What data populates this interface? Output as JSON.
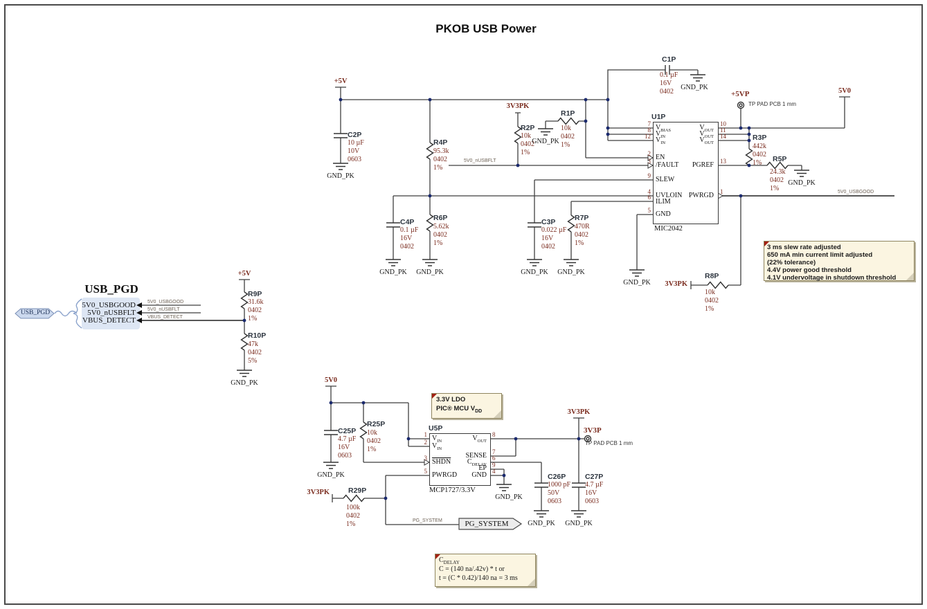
{
  "title": "PKOB USB Power",
  "colors": {
    "wire": "#3f3f3f",
    "junction": "#1b2a6e",
    "value_text": "#7b2d20",
    "designator_text": "#2e3640",
    "note_bg": "#fbf5e1",
    "note_border": "#8f855f",
    "harness_fill": "#dde6f4",
    "harness_stroke": "#8ba3cc"
  },
  "nets": {
    "p5v": "+5V",
    "p5vp": "+5VP",
    "v5": "5V0",
    "v3pk": "3V3PK",
    "v3p": "3V3P",
    "gnd": "GND_PK",
    "pg": "PG_SYSTEM"
  },
  "tp_note": "TP PAD PCB 1 mm",
  "usb": {
    "title": "USB_PGD",
    "flag": "USB_PGD",
    "signals": [
      "5V0_USBGOOD",
      "5V0_nUSBFLT",
      "VBUS_DETECT"
    ]
  },
  "components": {
    "c1p": {
      "ref": "C1P",
      "l1": "0.1 µF",
      "l2": "16V",
      "l3": "0402"
    },
    "c2p": {
      "ref": "C2P",
      "l1": "10 µF",
      "l2": "10V",
      "l3": "0603"
    },
    "c3p": {
      "ref": "C3P",
      "l1": "0.022 µF",
      "l2": "16V",
      "l3": "0402"
    },
    "c4p": {
      "ref": "C4P",
      "l1": "0.1 µF",
      "l2": "16V",
      "l3": "0402"
    },
    "c25p": {
      "ref": "C25P",
      "l1": "4.7 µF",
      "l2": "16V",
      "l3": "0603"
    },
    "c26p": {
      "ref": "C26P",
      "l1": "1000 pF",
      "l2": "50V",
      "l3": "0603"
    },
    "c27p": {
      "ref": "C27P",
      "l1": "4.7 µF",
      "l2": "16V",
      "l3": "0603"
    },
    "r1p": {
      "ref": "R1P",
      "l1": "10k",
      "l2": "0402",
      "l3": "1%"
    },
    "r2p": {
      "ref": "R2P",
      "l1": "10k",
      "l2": "0402",
      "l3": "1%"
    },
    "r3p": {
      "ref": "R3P",
      "l1": "442k",
      "l2": "0402",
      "l3": "1%"
    },
    "r4p": {
      "ref": "R4P",
      "l1": "95.3k",
      "l2": "0402",
      "l3": "1%"
    },
    "r5p": {
      "ref": "R5P",
      "l1": "24.3k",
      "l2": "0402",
      "l3": "1%"
    },
    "r6p": {
      "ref": "R6P",
      "l1": "5.62k",
      "l2": "0402",
      "l3": "1%"
    },
    "r7p": {
      "ref": "R7P",
      "l1": "470R",
      "l2": "0402",
      "l3": "1%"
    },
    "r8p": {
      "ref": "R8P",
      "l1": "10k",
      "l2": "0402",
      "l3": "1%"
    },
    "r9p": {
      "ref": "R9P",
      "l1": "31.6k",
      "l2": "0402",
      "l3": "1%"
    },
    "r10p": {
      "ref": "R10P",
      "l1": "47k",
      "l2": "0402",
      "l3": "5%"
    },
    "r25p": {
      "ref": "R25P",
      "l1": "10k",
      "l2": "0402",
      "l3": "1%"
    },
    "r29p": {
      "ref": "R29P",
      "l1": "100k",
      "l2": "0402",
      "l3": "1%"
    }
  },
  "u1p": {
    "ref": "U1P",
    "part": "MIC2042",
    "pl": [
      {
        "no": "7",
        "n": "V",
        "s": "BIAS"
      },
      {
        "no": "8",
        "n": "V",
        "s": "IN"
      },
      {
        "no": "12",
        "n": "V",
        "s": "IN"
      },
      {
        "no": "2",
        "n": "EN"
      },
      {
        "no": "3",
        "n": "/FAULT"
      },
      {
        "no": "9",
        "n": "SLEW"
      },
      {
        "no": "4",
        "n": "UVLOIN"
      },
      {
        "no": "6",
        "n": "ILIM"
      },
      {
        "no": "5",
        "n": "GND"
      }
    ],
    "pr": [
      {
        "no": "10",
        "n": "V",
        "s": "OUT"
      },
      {
        "no": "11",
        "n": "V",
        "s": "OUT"
      },
      {
        "no": "14",
        "n": "V",
        "s": "OUT"
      },
      {
        "no": "13",
        "n": "PGREF"
      },
      {
        "no": "1",
        "n": "PWRGD"
      }
    ]
  },
  "u5p": {
    "ref": "U5P",
    "part": "MCP1727/3.3V",
    "pl": [
      {
        "no": "1",
        "n": "V",
        "s": "IN"
      },
      {
        "no": "2",
        "n": "V",
        "s": "IN"
      },
      {
        "no": "3",
        "n": "SHDN"
      },
      {
        "no": "5",
        "n": "PWRGD"
      }
    ],
    "pr": [
      {
        "no": "8",
        "n": "V",
        "s": "OUT"
      },
      {
        "no": "7",
        "n": "SENSE"
      },
      {
        "no": "6",
        "n": "C",
        "s": "DELAY"
      },
      {
        "no": "9",
        "n": "EP"
      },
      {
        "no": "4",
        "n": "GND"
      }
    ]
  },
  "notes": {
    "slew": [
      "3 ms slew rate adjusted",
      "650 mA min current limit adjusted",
      "(22% tolerance)",
      "4.4V power good threshold",
      "4.1V undervoltage in shutdown threshold"
    ],
    "ldo_line1": "3.3V LDO",
    "ldo_line2_main": "PIC® MCU V",
    "ldo_line2_sub": "DD",
    "cdelay_title_main": "C",
    "cdelay_title_sub": "DELAY",
    "cdelay_line2": "C = (140 na/.42v) * t or",
    "cdelay_line3": "t = (C * 0.42)/140 na = 3 ms"
  }
}
